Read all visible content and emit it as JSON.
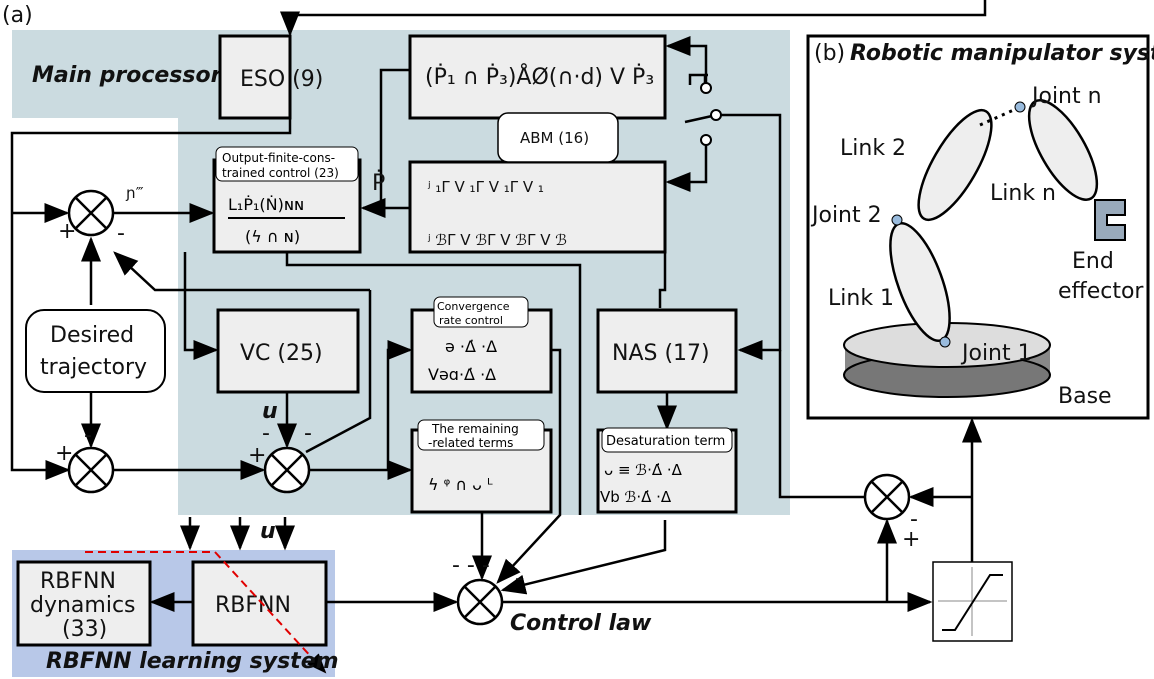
{
  "panel_a_label": "(a)",
  "panel_b_label": "(b)",
  "main_processor": "Main processor",
  "robot_title": "Robotic manipulator system",
  "blocks": {
    "eso": "ESO (9)",
    "abm": "ABM (16)",
    "ofc": "Output-finite-cons-",
    "ofc2": "trained control (23)",
    "vc": "VC (25)",
    "nas": "NAS (17)",
    "conv1": "Convergence",
    "conv2": "rate control",
    "rem1": "The remaining",
    "rem2": "-related terms",
    "desat": "Desaturation term",
    "desired1": "Desired",
    "desired2": "trajectory",
    "rbfnn": "RBFNN",
    "dyn1": "RBFNN",
    "dyn2": "dynamics",
    "dyn3": "(33)"
  },
  "rbfnn_system": "RBFNN learning system",
  "control_law": "Control law",
  "signals": {
    "u": "u",
    "u2": "u"
  },
  "robot": {
    "joint_n": "Joint n",
    "link2": "Link 2",
    "link_n": "Link n",
    "joint2": "Joint 2",
    "end1": "End",
    "end2": "effector",
    "link1": "Link 1",
    "joint1": "Joint 1",
    "base": "Base"
  },
  "colors": {
    "main_bg": "#cbdbe0",
    "rbfnn_bg": "#b8c8e8",
    "dashed": "#e00000"
  }
}
